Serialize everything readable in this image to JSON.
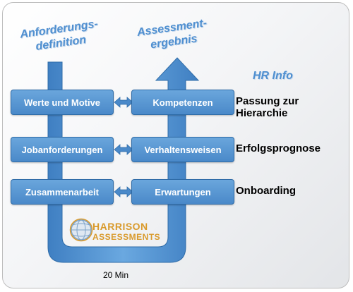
{
  "left_column_title": [
    "Anforderungs-",
    "definition"
  ],
  "right_column_title": [
    "Assessment-",
    "ergebnis"
  ],
  "left_boxes": [
    "Werte und Motive",
    "Jobanforderungen",
    "Zusammenarbeit"
  ],
  "right_boxes": [
    "Kompetenzen",
    "Verhaltensweisen",
    "Erwartungen"
  ],
  "hr_info": {
    "title": "HR Info",
    "items": [
      "Passung zur Hierarchie",
      "Erfolgsprognose",
      "Onboarding"
    ]
  },
  "logo": {
    "line1": "HARRISON",
    "line2": "ASSESSMENTS"
  },
  "duration": "20 Min",
  "colors": {
    "flow_blue": "#4a89c9",
    "title_blue": "#4f8fd0",
    "logo_orange": "#d99a2b"
  }
}
